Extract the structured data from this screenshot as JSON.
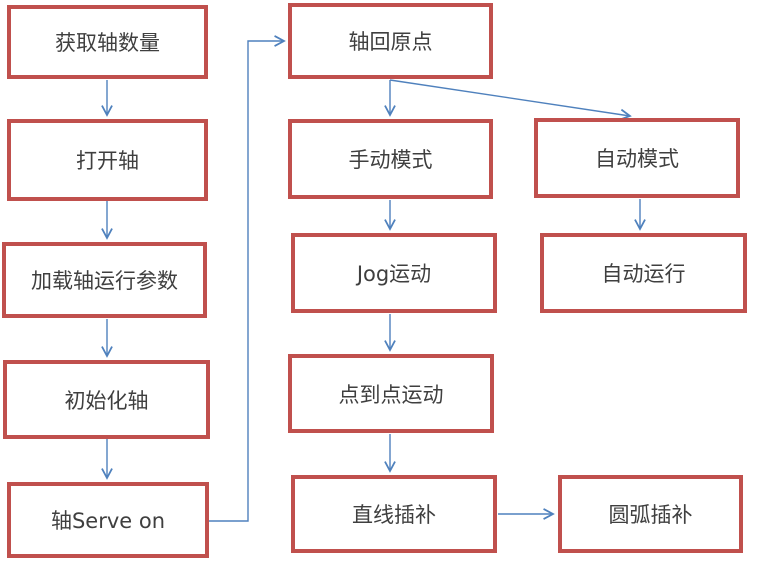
{
  "diagram": {
    "type": "flowchart",
    "title": "axis-motion-control-flow",
    "colors": {
      "box_border": "#c0504d",
      "box_fill": "#ffffff",
      "arrow": "#4f81bd",
      "text": "#3f3f3f"
    },
    "nodes": [
      {
        "id": "get-axis-count",
        "label": "获取轴数量"
      },
      {
        "id": "open-axis",
        "label": "打开轴"
      },
      {
        "id": "load-axis-params",
        "label": "加载轴运行参数"
      },
      {
        "id": "init-axis",
        "label": "初始化轴"
      },
      {
        "id": "axis-servo-on",
        "label": "轴Serve on"
      },
      {
        "id": "axis-home",
        "label": "轴回原点"
      },
      {
        "id": "manual-mode",
        "label": "手动模式"
      },
      {
        "id": "jog-motion",
        "label": "Jog运动"
      },
      {
        "id": "ptp-motion",
        "label": "点到点运动"
      },
      {
        "id": "linear-interpolation",
        "label": "直线插补"
      },
      {
        "id": "auto-mode",
        "label": "自动模式"
      },
      {
        "id": "auto-run",
        "label": "自动运行"
      },
      {
        "id": "arc-interpolation",
        "label": "圆弧插补"
      }
    ],
    "edges": [
      {
        "from": "get-axis-count",
        "to": "open-axis"
      },
      {
        "from": "open-axis",
        "to": "load-axis-params"
      },
      {
        "from": "load-axis-params",
        "to": "init-axis"
      },
      {
        "from": "init-axis",
        "to": "axis-servo-on"
      },
      {
        "from": "axis-servo-on",
        "to": "axis-home"
      },
      {
        "from": "axis-home",
        "to": "manual-mode"
      },
      {
        "from": "axis-home",
        "to": "auto-mode"
      },
      {
        "from": "manual-mode",
        "to": "jog-motion"
      },
      {
        "from": "jog-motion",
        "to": "ptp-motion"
      },
      {
        "from": "ptp-motion",
        "to": "linear-interpolation"
      },
      {
        "from": "linear-interpolation",
        "to": "arc-interpolation"
      },
      {
        "from": "auto-mode",
        "to": "auto-run"
      }
    ]
  }
}
